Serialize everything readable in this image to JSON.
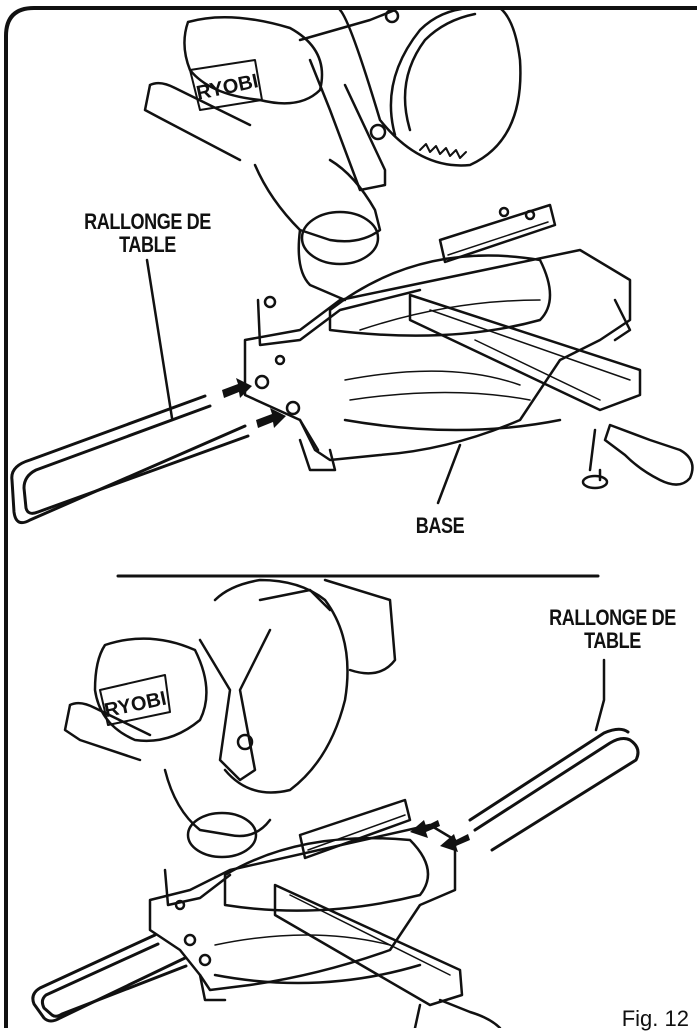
{
  "top_panel": {
    "label_extension": [
      "RALLONGE DE",
      "TABLE"
    ],
    "label_base": "BASE",
    "brand": "RYOBI"
  },
  "bottom_panel": {
    "label_extension": [
      "RALLONGE DE",
      "TABLE"
    ],
    "brand": "RYOBI"
  },
  "figure_caption": "Fig. 12"
}
